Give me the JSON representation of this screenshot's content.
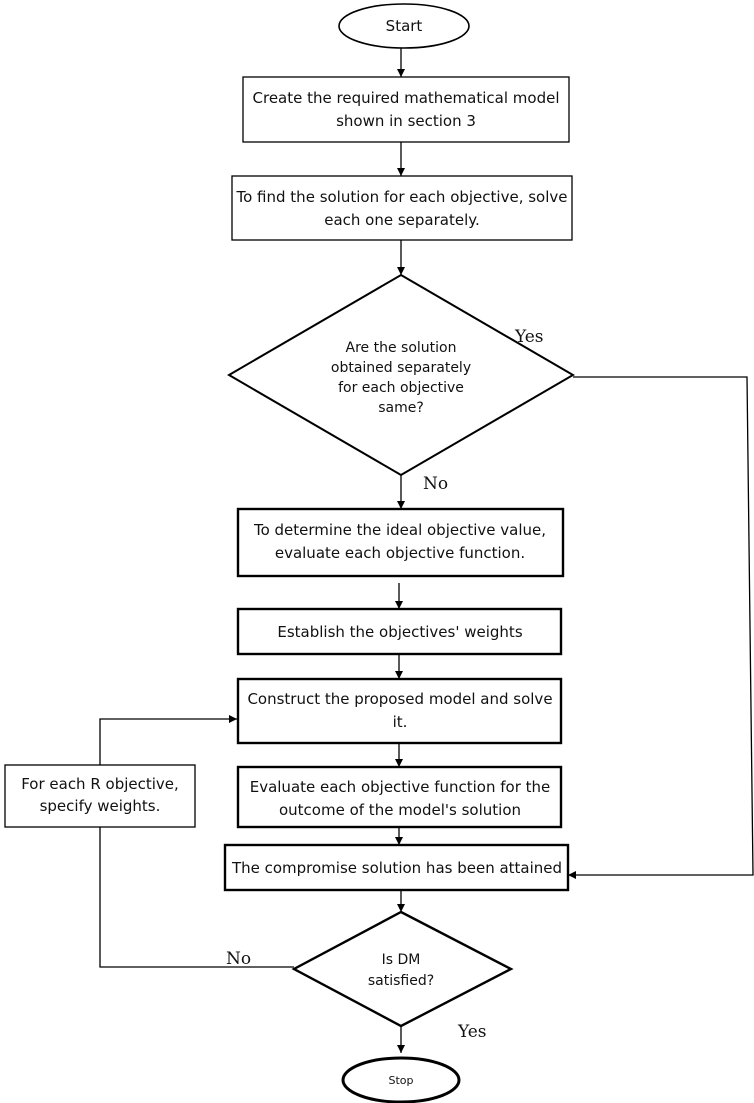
{
  "nodes": {
    "start": {
      "label": "Start"
    },
    "create_model": {
      "lines": [
        "Create the required mathematical model",
        "shown in section 3"
      ]
    },
    "solve_each": {
      "lines": [
        "To find the solution for each objective, solve",
        "each one separately."
      ]
    },
    "same_decision": {
      "lines": [
        "Are the solution",
        "obtained separately",
        "for each objective",
        "same?"
      ]
    },
    "ideal_value": {
      "lines": [
        "To determine the ideal objective value,",
        "evaluate each objective function."
      ]
    },
    "weights": {
      "lines": [
        "Establish the objectives' weights"
      ]
    },
    "construct_model": {
      "lines": [
        "Construct the proposed model and solve",
        "it."
      ]
    },
    "evaluate_outcome": {
      "lines": [
        "Evaluate each objective function for the",
        "outcome of the model's solution"
      ]
    },
    "compromise": {
      "lines": [
        "The compromise solution has been attained"
      ]
    },
    "dm_decision": {
      "lines": [
        "Is DM",
        "satisfied?"
      ]
    },
    "specify_weights": {
      "lines": [
        "For each R objective,",
        "specify weights."
      ]
    },
    "stop": {
      "label": "Stop"
    }
  },
  "edge_labels": {
    "same_yes": "Yes",
    "same_no": "No",
    "dm_no": "No",
    "dm_yes": "Yes"
  }
}
